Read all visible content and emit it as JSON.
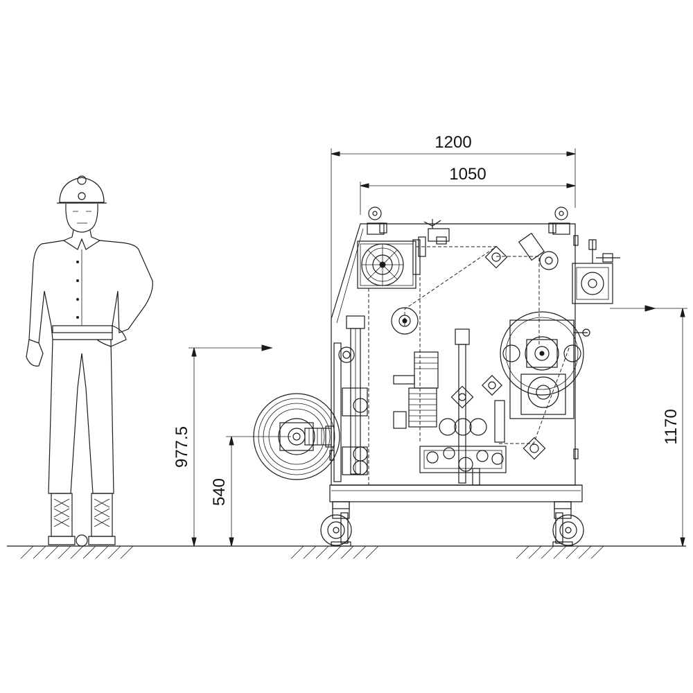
{
  "dimensions": {
    "overall_width": "1200",
    "frame_width": "1050",
    "overall_height": "1170",
    "feed_height": "977.5",
    "roll_center_height": "540"
  }
}
